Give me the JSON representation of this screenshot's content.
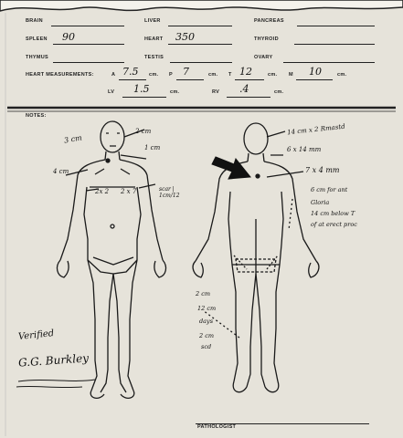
{
  "form": {
    "labels": {
      "brain": "BRAIN",
      "spleen": "SPLEEN",
      "thymus": "THYMUS",
      "liver": "LIVER",
      "heart": "HEART",
      "testis": "TESTIS",
      "pancreas": "PANCREAS",
      "thyroid": "THYROID",
      "ovary": "OVARY",
      "heart_measurements": "HEART MEASUREMENTS:",
      "a": "A",
      "p": "P",
      "t": "T",
      "m": "M",
      "lv": "LV",
      "rv": "RV",
      "cm": "cm.",
      "notes": "NOTES:",
      "pathologist": "PATHOLOGIST"
    },
    "values": {
      "liver": "",
      "spleen": "90",
      "heart": "350",
      "a": "7.5",
      "p": "7",
      "t": "12",
      "m": "10",
      "lv": "1.5",
      "rv": ".4"
    }
  },
  "annotations": {
    "front_head": "3 cm",
    "front_neck_1": "2 cm",
    "front_neck_2": "1 cm",
    "front_shoulder": "4 cm",
    "front_chest_left": "2x 2",
    "front_chest_right": "2 x 7",
    "front_scar": "scar | 1cm/12",
    "back_notes_1": "14 cm x 2 Rmastd",
    "back_notes_2": "6 x 14 mm",
    "back_notes_3": "7 x 4 mm",
    "back_notes_4": "6 cm for ant",
    "back_notes_5": "Gloria",
    "back_notes_6": "14 cm below T",
    "back_notes_7": "of at erect proc",
    "back_lower_1": "2 cm",
    "back_lower_2": "12 cm",
    "back_lower_3": "days",
    "back_lower_4": "2 cm",
    "back_lower_5": "scd",
    "verified": "Verified",
    "signature": "G.G. Burkley"
  },
  "colors": {
    "paper": "#e6e3da",
    "ink": "#1a1a1a"
  }
}
